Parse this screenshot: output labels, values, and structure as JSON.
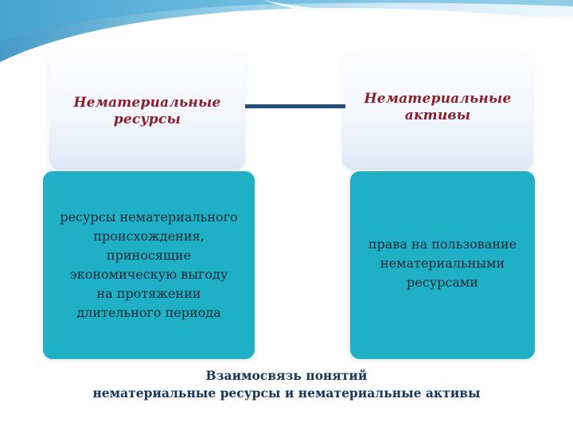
{
  "left": {
    "heading": [
      "Нематериальные",
      "ресурсы"
    ],
    "body": [
      "ресурсы нематериального",
      "происхождения,",
      "приносящие",
      "экономическую выгоду",
      "на протяжении",
      "длительного периода"
    ]
  },
  "right": {
    "heading": [
      "Нематериальные",
      "активы"
    ],
    "body": [
      "права на пользование",
      "нематериальными",
      "ресурсами"
    ]
  },
  "caption": [
    "Взаимосвязь понятий",
    "нематериальные ресурсы и нематериальные активы"
  ],
  "colors": {
    "heading_text": "#8b1d2c",
    "box_fill": "#1fb0c6",
    "connector": "#1f4e79",
    "caption_text": "#17355a"
  }
}
